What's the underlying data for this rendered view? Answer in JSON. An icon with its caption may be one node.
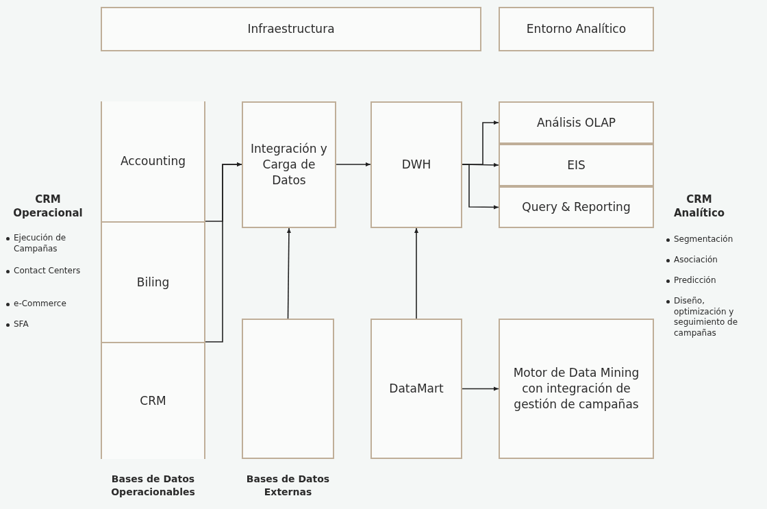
{
  "diagram": {
    "nodes": [
      {
        "text": [
          "Infraestructura"
        ]
      },
      {
        "text": [
          "Entorno Analítico"
        ]
      },
      {
        "text": [],
        "shape": "box",
        "beside": [
          "Bases de Datos Operacionables"
        ]
      },
      {
        "text": [
          "Accounting"
        ],
        "in": 2
      },
      {
        "text": [
          "Biling"
        ],
        "in": 2
      },
      {
        "text": [
          "CRM"
        ],
        "in": 2
      },
      {
        "text": [
          "Integración y Carga de Datos"
        ]
      },
      {
        "text": [
          "DWH"
        ]
      },
      {
        "text": [
          "Análisis OLAP"
        ]
      },
      {
        "text": [
          "EIS"
        ]
      },
      {
        "text": [
          "Query & Reporting"
        ]
      },
      {
        "text": [],
        "shape": "box",
        "beside": [
          "Bases de Datos Externas"
        ]
      },
      {
        "text": [
          "DataMart"
        ]
      },
      {
        "text": [
          "Motor de Data Mining con integración de gestión de campañas"
        ]
      }
    ],
    "edges": [
      {
        "from": 3,
        "to": 6,
        "arrow": "to"
      },
      {
        "from": 4,
        "to": 6,
        "arrow": "to"
      },
      {
        "from": 6,
        "to": 7,
        "arrow": "to"
      },
      {
        "from": 7,
        "to": 8,
        "arrow": "to"
      },
      {
        "from": 7,
        "to": 9,
        "arrow": "to"
      },
      {
        "from": 7,
        "to": 10,
        "arrow": "to"
      },
      {
        "from": 11,
        "to": 6,
        "arrow": "to"
      },
      {
        "from": 12,
        "to": 7,
        "arrow": "to"
      },
      {
        "from": 12,
        "to": 13,
        "arrow": "to"
      }
    ],
    "labels": [
      "CRM Operacional",
      "Ejecución de Campañas",
      "Contact Centers",
      "e-Commerce",
      "SFA",
      "CRM Analítico",
      "Segmentación",
      "Asociación",
      "Predicción",
      "Diseño, optimización y seguimiento de campañas"
    ]
  }
}
